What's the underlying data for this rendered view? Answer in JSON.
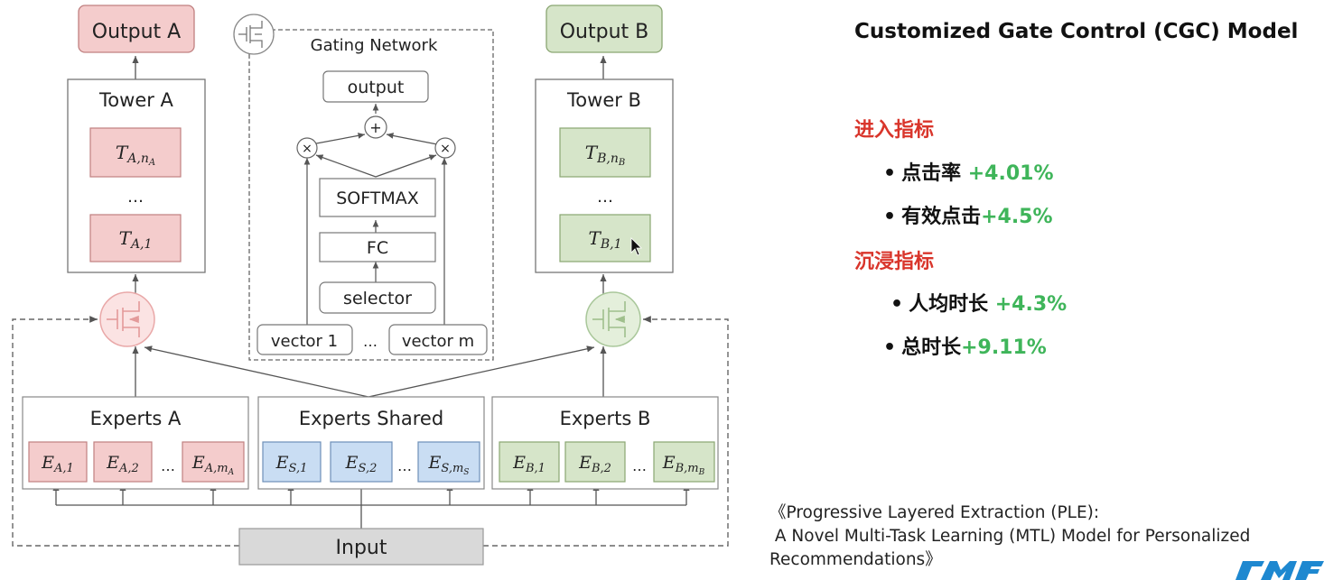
{
  "diagram": {
    "output_a": "Output A",
    "output_b": "Output B",
    "tower_a": "Tower A",
    "tower_b": "Tower B",
    "ellipsis": "…",
    "gating_title": "Gating Network",
    "gating_output": "output",
    "plus": "+",
    "times": "×",
    "softmax": "SOFTMAX",
    "fc": "FC",
    "selector": "selector",
    "vector_1": "vector 1",
    "vector_m": "vector m",
    "experts_a": "Experts A",
    "experts_shared": "Experts Shared",
    "experts_b": "Experts B",
    "input": "Input",
    "tower_a_cells": [
      {
        "main": "T",
        "sub": "A,n",
        "subsub": "A"
      },
      {
        "main": "T",
        "sub": "A,1",
        "subsub": ""
      }
    ],
    "tower_b_cells": [
      {
        "main": "T",
        "sub": "B,n",
        "subsub": "B"
      },
      {
        "main": "T",
        "sub": "B,1",
        "subsub": ""
      }
    ],
    "experts_a_cells": [
      {
        "main": "E",
        "sub": "A,1",
        "subsub": ""
      },
      {
        "main": "E",
        "sub": "A,2",
        "subsub": ""
      },
      {
        "main": "E",
        "sub": "A,m",
        "subsub": "A"
      }
    ],
    "experts_s_cells": [
      {
        "main": "E",
        "sub": "S,1",
        "subsub": ""
      },
      {
        "main": "E",
        "sub": "S,2",
        "subsub": ""
      },
      {
        "main": "E",
        "sub": "S,m",
        "subsub": "S"
      }
    ],
    "experts_b_cells": [
      {
        "main": "E",
        "sub": "B,1",
        "subsub": ""
      },
      {
        "main": "E",
        "sub": "B,2",
        "subsub": ""
      },
      {
        "main": "E",
        "sub": "B,m",
        "subsub": "B"
      }
    ]
  },
  "panel": {
    "title": "Customized Gate Control (CGC) Model",
    "sections": [
      {
        "heading": "进入指标",
        "metrics": [
          {
            "bullet": "•",
            "label": "点击率",
            "value": " +4.01%"
          },
          {
            "bullet": "•",
            "label": "有效点击",
            "value": "+4.5%"
          }
        ]
      },
      {
        "heading": "沉浸指标",
        "metrics": [
          {
            "bullet": "•",
            "label": "人均时长",
            "value": " +4.3%"
          },
          {
            "bullet": "•",
            "label": "总时长",
            "value": "+9.11%"
          }
        ]
      }
    ],
    "reference": "《Progressive Layered Extraction (PLE):\n A Novel Multi-Task Learning (MTL) Model for Personalized\nRecommendations》"
  },
  "colors": {
    "task_a_fill": "#f4cccc",
    "task_a_border": "#c08080",
    "task_b_fill": "#d6e5c9",
    "task_b_border": "#8aa672",
    "shared_fill": "#c9ddf3",
    "shared_border": "#6e90b8",
    "input_fill": "#d9d9d9",
    "heading_red": "#d9352b",
    "value_green": "#3fb55a"
  }
}
